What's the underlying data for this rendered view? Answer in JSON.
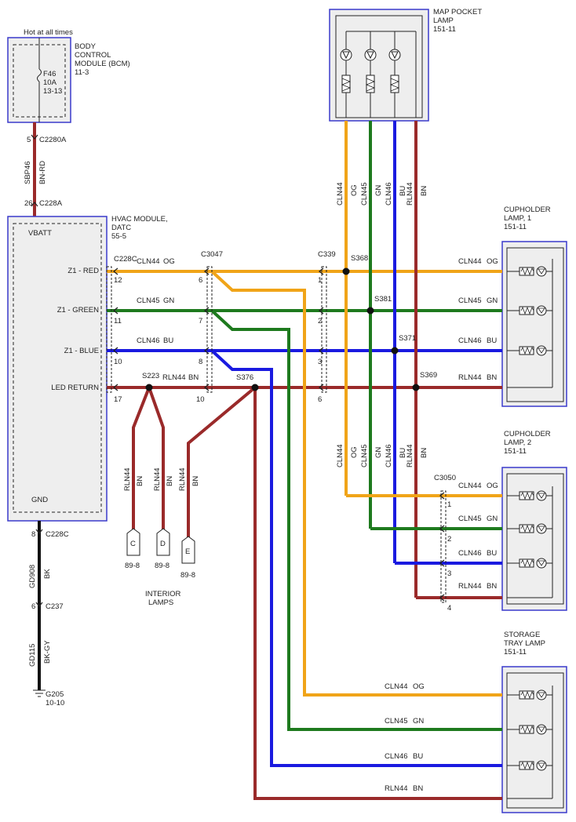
{
  "bcm": {
    "hot_label": "Hot at all times",
    "title": [
      "BODY",
      "CONTROL",
      "MODULE (BCM)",
      "11-3"
    ],
    "fuse": [
      "F46",
      "10A",
      "13-13"
    ]
  },
  "c2280a": {
    "pin": "5",
    "name": "C2280A"
  },
  "sbp46": {
    "circuit": "SBP46",
    "color": "BN-RD"
  },
  "c228a": {
    "pin": "26",
    "name": "C228A"
  },
  "hvac": {
    "title": [
      "HVAC MODULE,",
      "DATC",
      "55-5"
    ],
    "vbatt": "VBATT",
    "gnd": "GND",
    "pins": [
      "Z1 - RED",
      "Z1 - GREEN",
      "Z1 - BLUE",
      "LED RETURN"
    ],
    "pin_nums": [
      "12",
      "11",
      "10",
      "17"
    ],
    "connector": "C228C"
  },
  "c3047": {
    "name": "C3047",
    "pins": [
      "6",
      "7",
      "8",
      "10"
    ]
  },
  "c339": {
    "name": "C339",
    "pins": [
      "1",
      "2",
      "3",
      "6"
    ]
  },
  "splices": {
    "s368": "S368",
    "s381": "S381",
    "s371": "S371",
    "s369": "S369",
    "s223": "S223",
    "s376": "S376"
  },
  "wires": {
    "cln44": "CLN44",
    "og": "OG",
    "cln45": "CLN45",
    "gn": "GN",
    "cln46": "CLN46",
    "bu": "BU",
    "rln44": "RLN44",
    "bn": "BN"
  },
  "map_lamp": {
    "title": [
      "MAP POCKET",
      "LAMP",
      "151-11"
    ]
  },
  "cup1": {
    "title": [
      "CUPHOLDER",
      "LAMP, 1",
      "151-11"
    ]
  },
  "cup2": {
    "title": [
      "CUPHOLDER",
      "LAMP, 2",
      "151-11"
    ],
    "connector": "C3050",
    "pins": [
      "1",
      "2",
      "3",
      "4"
    ]
  },
  "storage": {
    "title": [
      "STORAGE",
      "TRAY LAMP",
      "151-11"
    ]
  },
  "interior": {
    "connectors": [
      "C",
      "D",
      "E"
    ],
    "ref": "89-8",
    "label": [
      "INTERIOR",
      "LAMPS"
    ]
  },
  "ground": {
    "c228c_pin": "8",
    "c228c": "C228C",
    "gd908": "GD908",
    "bk": "BK",
    "c237_pin": "6",
    "c237": "C237",
    "gd115": "GD115",
    "bkgy": "BK-GY",
    "g205": "G205",
    "g205_ref": "10-10"
  },
  "colors": {
    "og": "#f0a418",
    "gn": "#1e7a1e",
    "bu": "#1a1ae0",
    "bn": "#9a2a2a",
    "bk": "#111111",
    "frame": "#3a3acc",
    "fill": "#eeeeee"
  }
}
